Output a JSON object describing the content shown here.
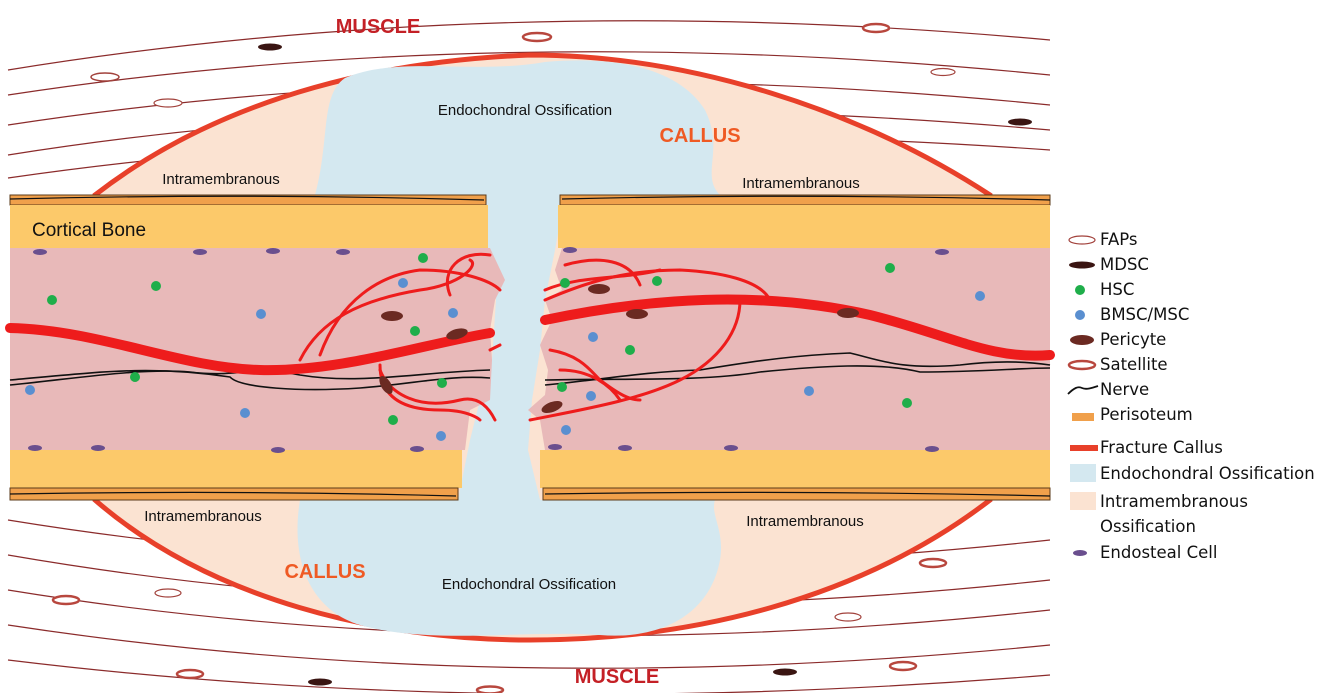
{
  "labels": {
    "muscle_top": "MUSCLE",
    "muscle_bottom": "MUSCLE",
    "callus_top": "CALLUS",
    "callus_bottom": "CALLUS",
    "endochondral_top": "Endochondral Ossification",
    "endochondral_bottom": "Endochondral Ossification",
    "intra_top_left": "Intramembranous",
    "intra_top_right": "Intramembranous",
    "intra_bottom_left": "Intramembranous",
    "intra_bottom_right": "Intramembranous",
    "cortical_bone": "Cortical Bone"
  },
  "colors": {
    "muscle_line": "#8b2b2b",
    "callus_outline": "#e8402a",
    "callus_fill": "#fbe3d2",
    "endochondral_fill": "#d4e8f0",
    "periosteum": "#f0a04b",
    "cortical": "#fcc96a",
    "marrow": "#e8b9b9",
    "vessel": "#ee1c1c",
    "nerve": "#111111",
    "hsc": "#1fae4a",
    "bmsc": "#5a8fd0",
    "pericyte": "#6b2a22",
    "mdsc": "#3a1512",
    "endosteal": "#6a4f8e",
    "fap": "#a2423c",
    "satellite": "#b8473e",
    "text_red": "#c42026",
    "text_orange": "#ef5a24"
  },
  "legend": [
    {
      "icon": "fap-icon",
      "label": "FAPs"
    },
    {
      "icon": "mdsc-icon",
      "label": "MDSC"
    },
    {
      "icon": "hsc-icon",
      "label": "HSC"
    },
    {
      "icon": "bmsc-icon",
      "label": "BMSC/MSC"
    },
    {
      "icon": "pericyte-icon",
      "label": "Pericyte"
    },
    {
      "icon": "satellite-icon",
      "label": "Satellite"
    },
    {
      "icon": "nerve-icon",
      "label": "Nerve"
    },
    {
      "icon": "periosteum-icon",
      "label": "Perisoteum"
    },
    {
      "icon": "fracture-callus-icon",
      "label": "Fracture Callus"
    },
    {
      "icon": "endochondral-icon",
      "label": "Endochondral Ossification"
    },
    {
      "icon": "intramembranous-icon",
      "label": "Intramembranous"
    },
    {
      "icon": "intramembranous-cont",
      "label": "Ossification"
    },
    {
      "icon": "endosteal-cell-icon",
      "label": "Endosteal Cell"
    }
  ]
}
